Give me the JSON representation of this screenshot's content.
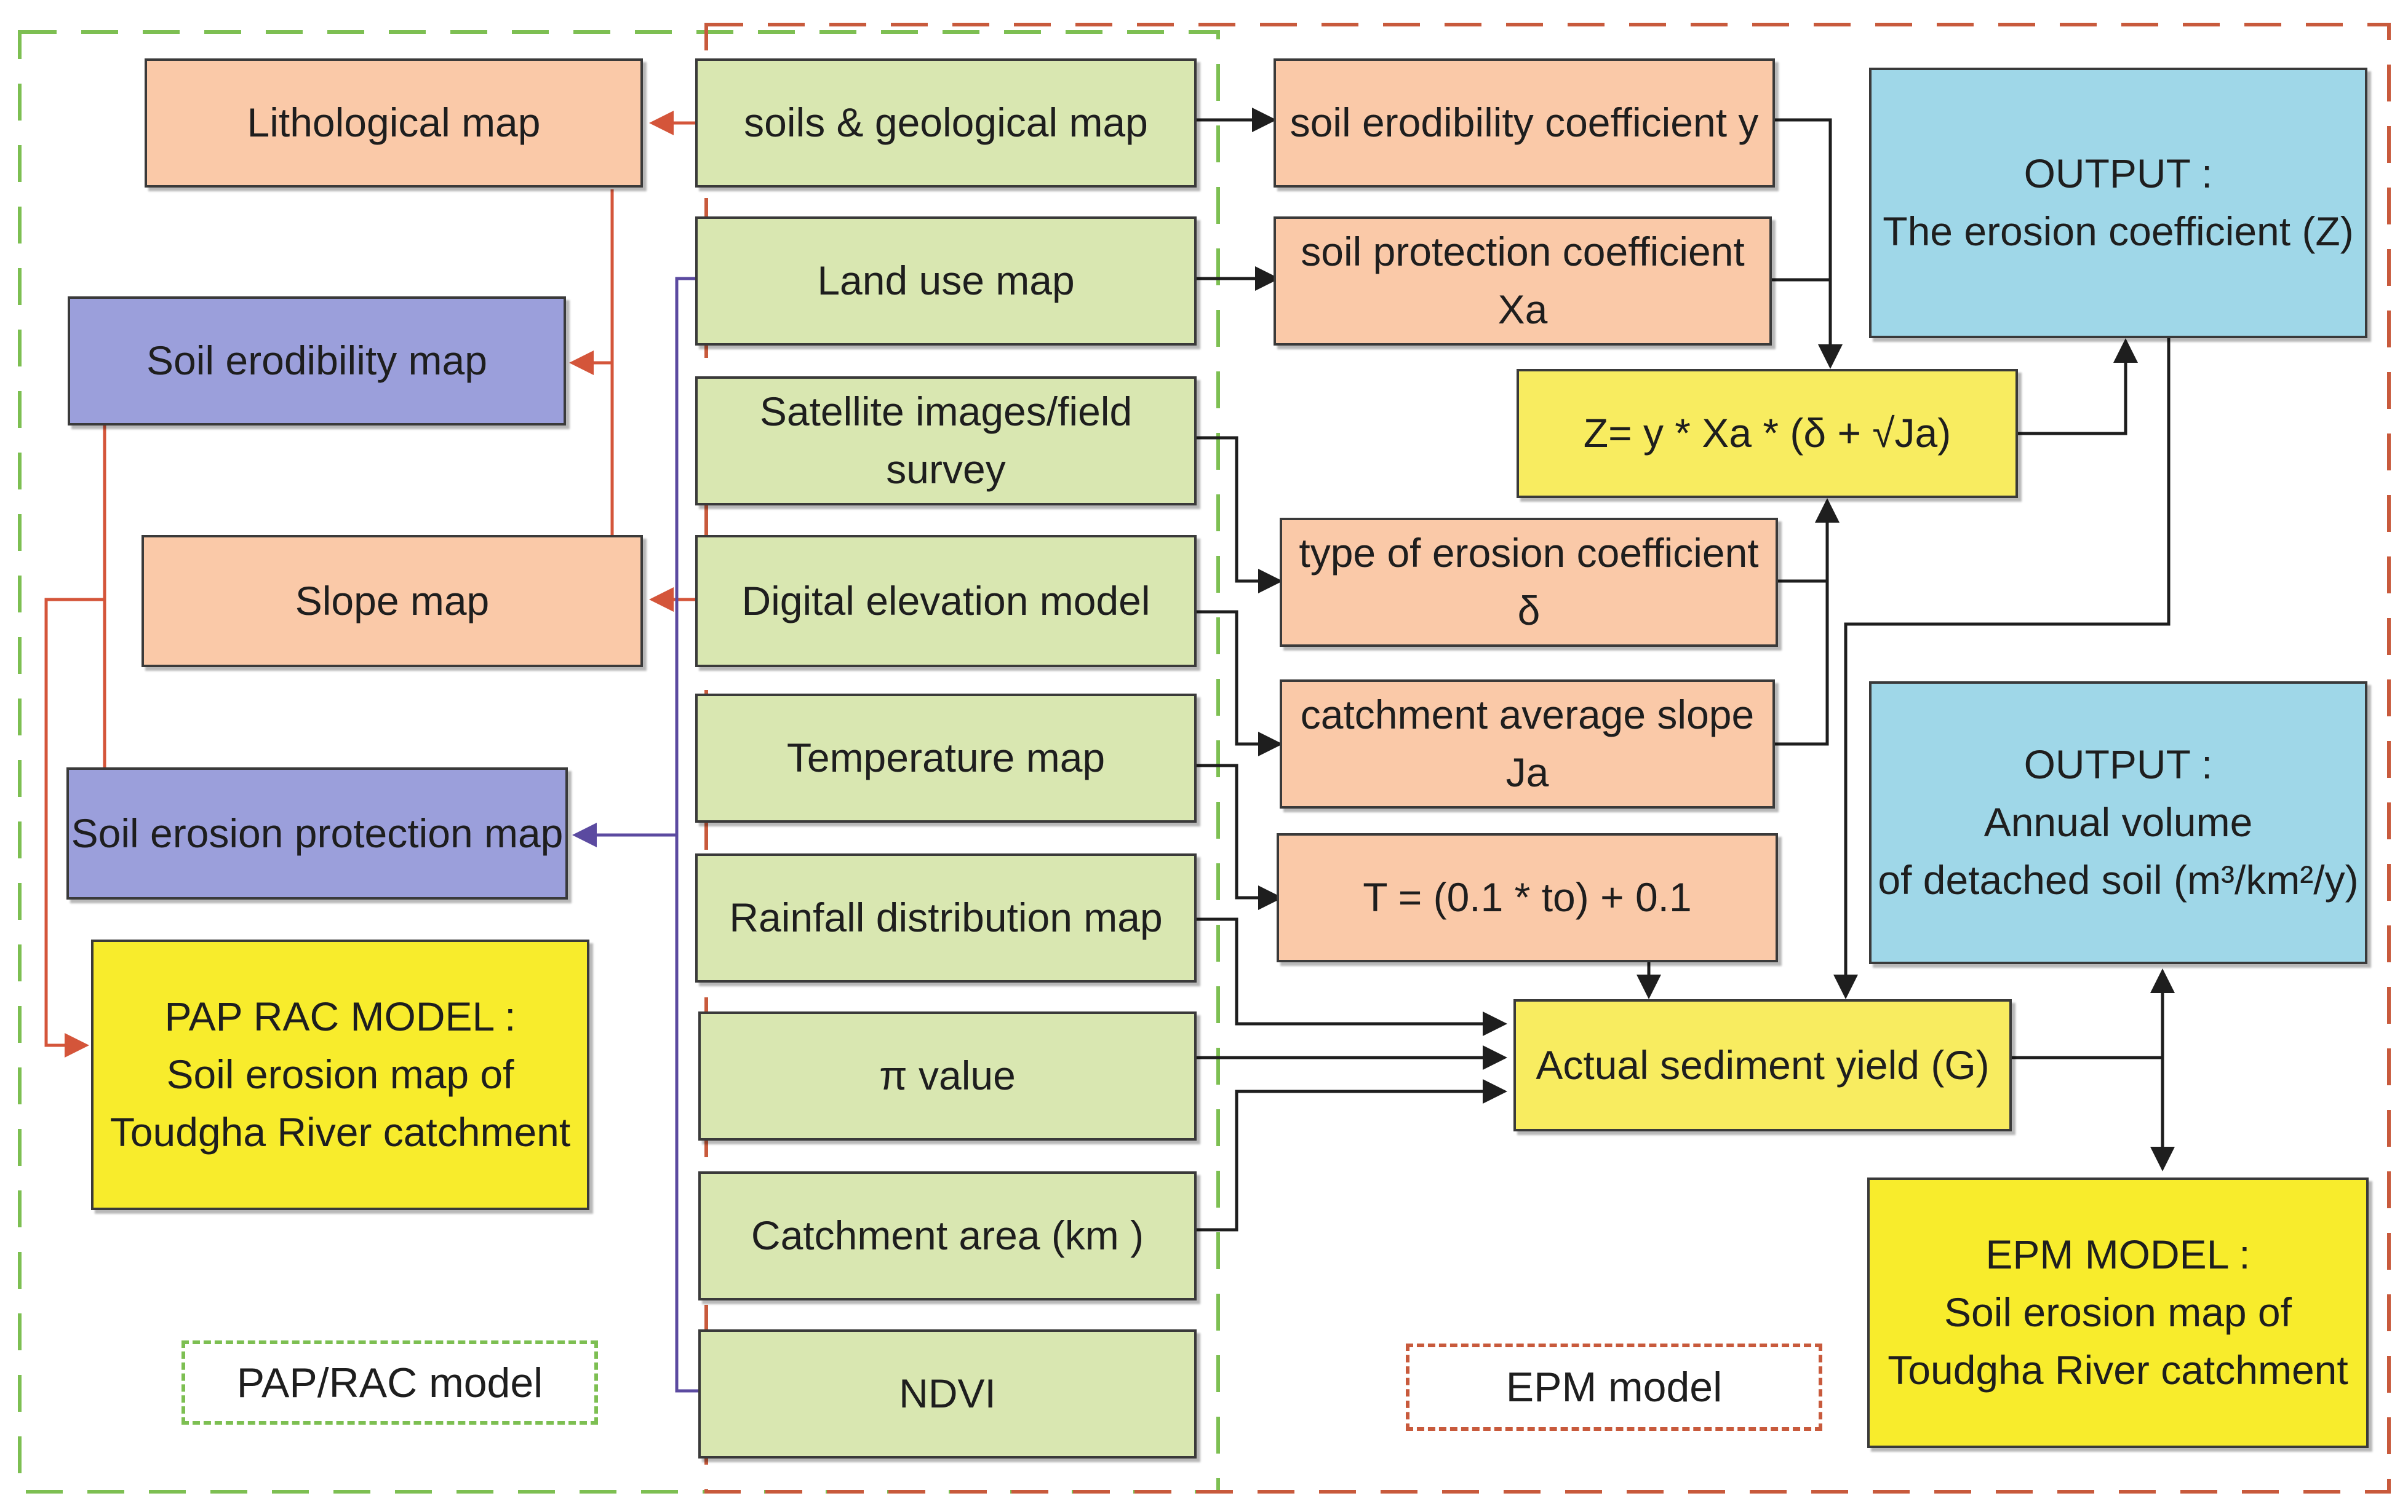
{
  "left_panel": {
    "lithological_map": "Lithological map",
    "soil_erodibility_map": "Soil erodibility map",
    "slope_map": "Slope map",
    "soil_erosion_protection_map": "Soil erosion protection map",
    "pap_rac_model": {
      "line1": "PAP RAC MODEL  :",
      "line2": "Soil  erosion map of",
      "line3": "Toudgha River catchment"
    },
    "legend": "PAP/RAC model"
  },
  "inputs": [
    "soils & geological map",
    "Land use map",
    "Satellite images/field survey",
    "Digital elevation model",
    "Temperature map",
    "Rainfall distribution map",
    "π value",
    "Catchment area (km  )",
    "NDVI"
  ],
  "epm_panel": {
    "coefficients": [
      "soil erodibility coefficient y",
      "soil protection coefficient Xa",
      "type of erosion coefficient δ",
      "catchment average slope Ja",
      "T = (0.1 * to) + 0.1"
    ],
    "formula_z": "Z= y * Xa * (δ +  √Ja)",
    "sediment_yield": "Actual sediment yield (G)",
    "output_z": {
      "line1": "OUTPUT :",
      "line2": "The erosion coefficient (Z)"
    },
    "output_volume": {
      "line1": "OUTPUT :",
      "line2": "Annual volume",
      "line3": "of detached soil (m³/km²/y)"
    },
    "epm_model": {
      "line1": "EPM MODEL :",
      "line2": "Soil  erosion map of",
      "line3": "Toudgha River catchment"
    },
    "legend": "EPM model"
  },
  "colors": {
    "peach": "#fac9a8",
    "green": "#d9e7b1",
    "blue": "#9b9fdb",
    "yellow": "#f8ec60",
    "cyan": "#9fd7e8",
    "pap_dash": "#7dbf52",
    "epm_dash": "#c85a3c",
    "arrow_red": "#d4553a",
    "arrow_purple": "#5b4aa0",
    "line_black": "#1e1e1e"
  }
}
